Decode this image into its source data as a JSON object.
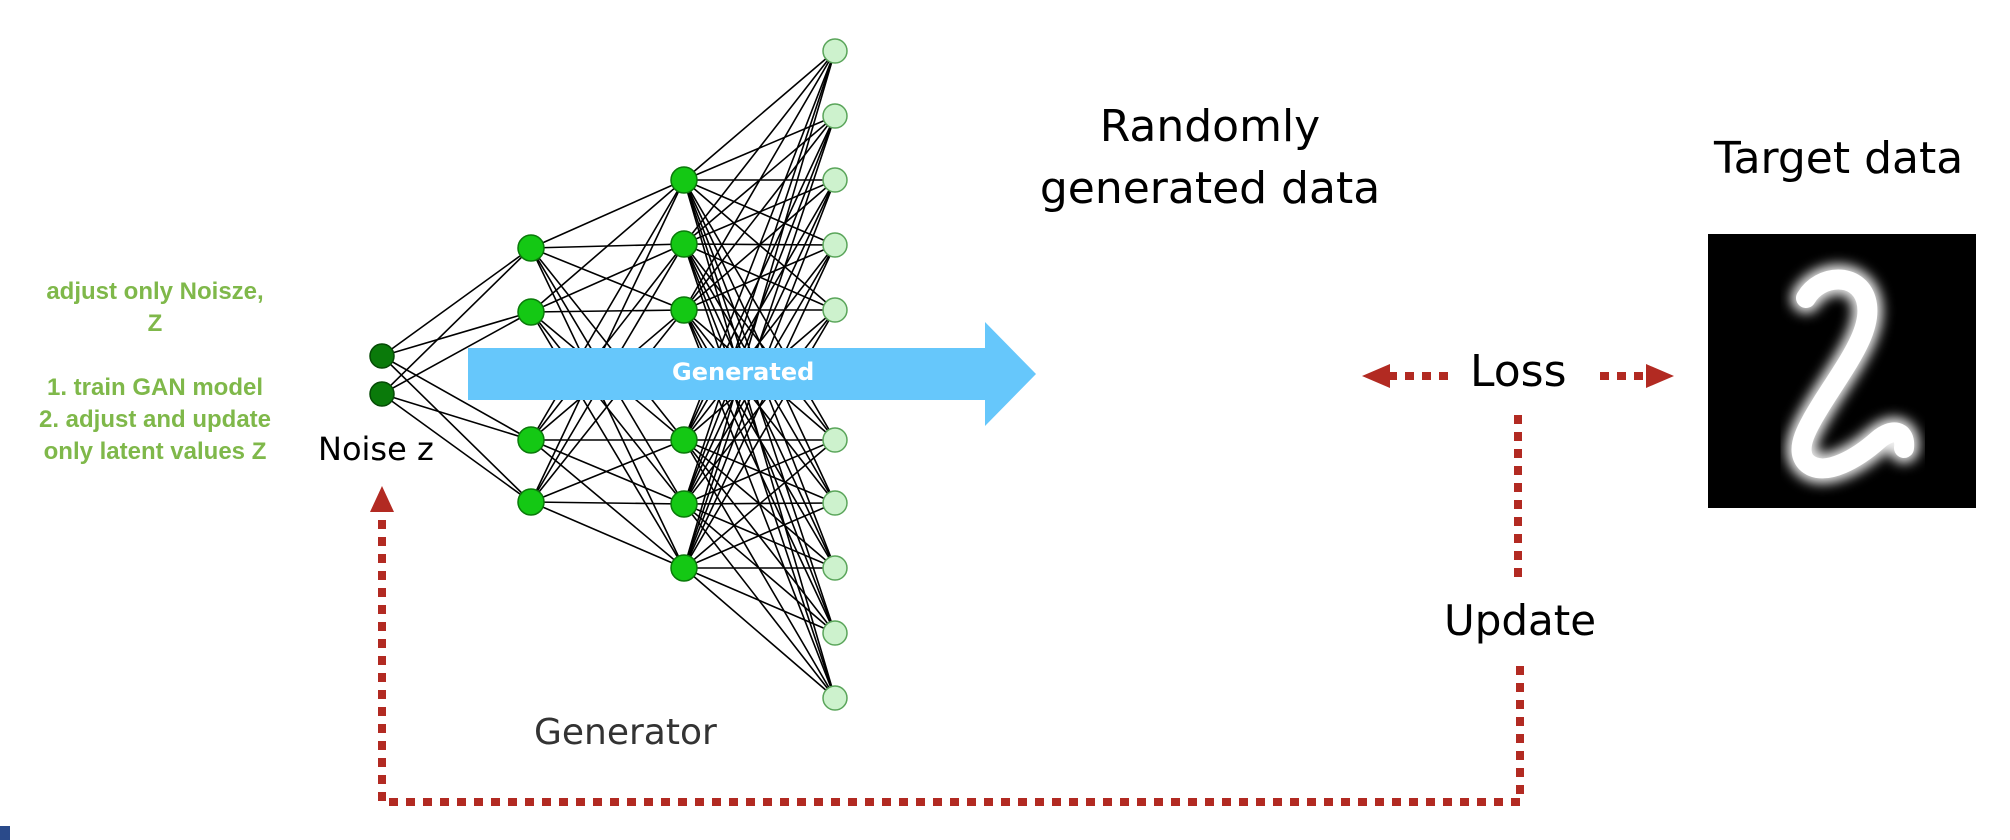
{
  "note": {
    "line1": "adjust only  Noisze,",
    "line2": "Z",
    "step1": "1. train GAN model",
    "step2": "2. adjust and update",
    "step3": "only latent values Z"
  },
  "noise_label": "Noise z",
  "generator_label": "Generator",
  "generated_arrow_label": "Generated",
  "random_data_line1": "Randomly",
  "random_data_line2": "generated data",
  "loss_label": "Loss",
  "update_label": "Update",
  "target_label": "Target data",
  "target_digit": "2",
  "colors": {
    "input_node": "#0a7a0a",
    "hidden_node": "#14c814",
    "output_node": "#cdf2cd",
    "arrow_fill": "#66c7fb",
    "dotted_arrow": "#b22a22",
    "note_text": "#7fb84a"
  },
  "network": {
    "layer_sizes": [
      2,
      4,
      6,
      10
    ]
  }
}
